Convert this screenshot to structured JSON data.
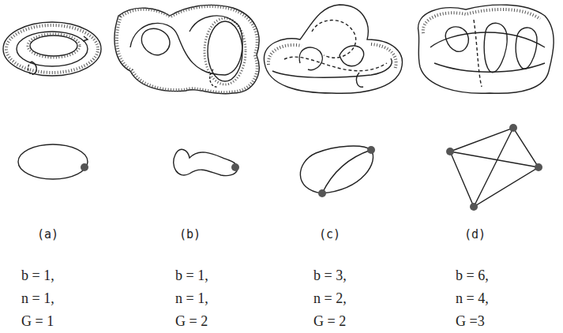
{
  "diagram": {
    "labels": [
      "(a)",
      "(b)",
      "(c)",
      "(d)",
      "b = 1,",
      "b = 1,",
      "b = 3,",
      "b = 6,",
      "n = 1,",
      "n = 1,",
      "n = 2,",
      "n = 4,",
      "G = 1",
      "G = 2",
      "G = 2",
      "G =3"
    ]
  }
}
